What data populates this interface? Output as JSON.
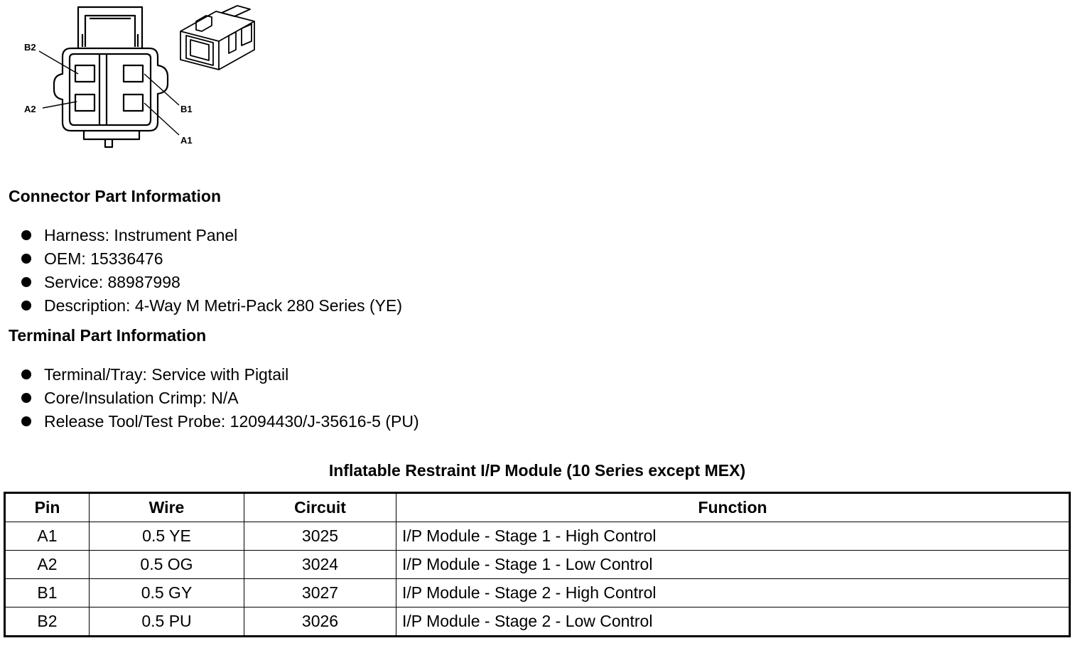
{
  "diagram": {
    "pin_labels": {
      "b2": "B2",
      "a2": "A2",
      "b1": "B1",
      "a1": "A1"
    }
  },
  "connector_info": {
    "heading": "Connector Part Information",
    "items": [
      "Harness: Instrument Panel",
      "OEM: 15336476",
      "Service: 88987998",
      "Description: 4-Way M Metri-Pack 280 Series (YE)"
    ]
  },
  "terminal_info": {
    "heading": "Terminal Part Information",
    "items": [
      "Terminal/Tray: Service with Pigtail",
      "Core/Insulation Crimp: N/A",
      "Release Tool/Test Probe: 12094430/J-35616-5 (PU)"
    ]
  },
  "table": {
    "title": "Inflatable Restraint I/P Module (10 Series except MEX)",
    "headers": [
      "Pin",
      "Wire",
      "Circuit",
      "Function"
    ],
    "rows": [
      [
        "A1",
        "0.5 YE",
        "3025",
        "I/P Module - Stage 1 - High Control"
      ],
      [
        "A2",
        "0.5 OG",
        "3024",
        "I/P Module - Stage 1 - Low Control"
      ],
      [
        "B1",
        "0.5 GY",
        "3027",
        "I/P Module - Stage 2 - High Control"
      ],
      [
        "B2",
        "0.5 PU",
        "3026",
        "I/P Module - Stage 2 - Low Control"
      ]
    ]
  }
}
